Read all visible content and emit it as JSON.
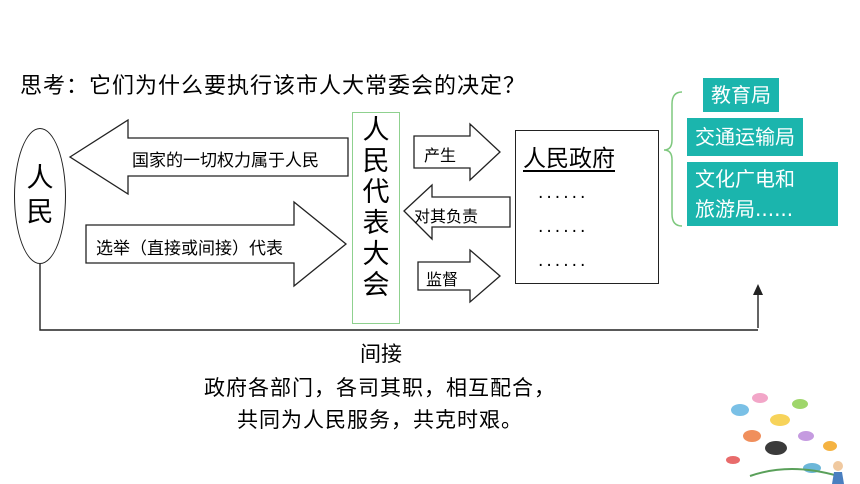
{
  "question": "思考：它们为什么要执行该市人大常委会的决定？",
  "people_label": [
    "人",
    "民"
  ],
  "arrow_power": "国家的一切权力属于人民",
  "arrow_elect": "选举（直接或间接）代表",
  "congress_label": [
    "人",
    "民",
    "代",
    "表",
    "大",
    "会"
  ],
  "arrow_produce": "产生",
  "arrow_responsible": "对其负责",
  "arrow_supervise": "监督",
  "government_title": "人民政府",
  "government_dots": [
    "......",
    "......",
    "......"
  ],
  "bureaus": [
    "教育局",
    "交通运输局",
    "文化广电和",
    "旅游局......"
  ],
  "indirect_label": "间接",
  "conclusion_line1": "政府各部门，各司其职，相互配合，",
  "conclusion_line2": "共同为人民服务，共克时艰。"
}
